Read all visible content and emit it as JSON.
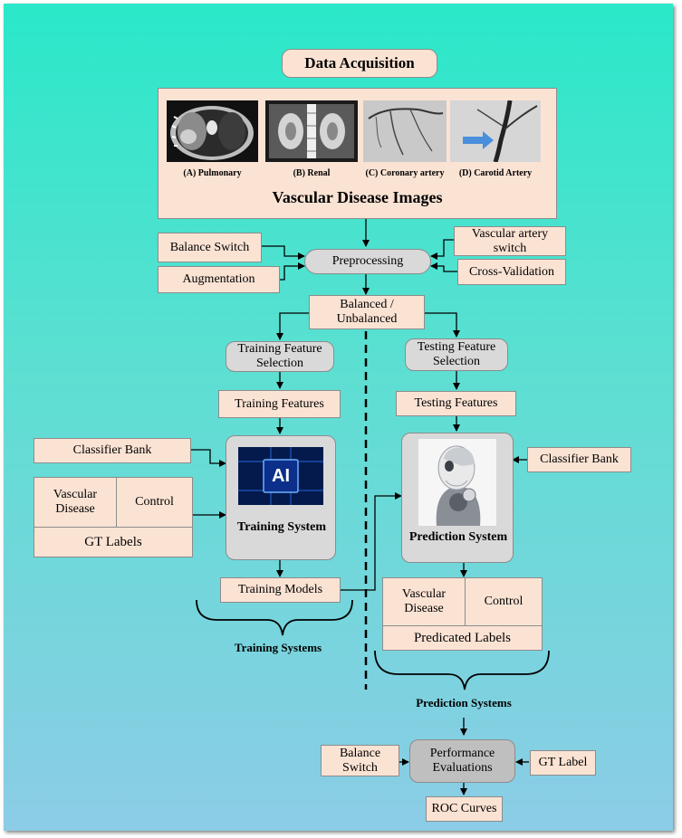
{
  "title": "Data Acquisition",
  "images": {
    "heading": "Vascular Disease Images",
    "captions": [
      "(A) Pulmonary",
      "(B) Renal",
      "(C) Coronary artery",
      "(D) Carotid Artery"
    ]
  },
  "preprocessing": {
    "label": "Preprocessing",
    "inputs_left": [
      "Balance Switch",
      "Augmentation"
    ],
    "inputs_right": [
      "Vascular artery switch",
      "Cross-Validation"
    ]
  },
  "split": "Balanced / Unbalanced",
  "training": {
    "feature_selection": "Training Feature Selection",
    "features": "Training Features",
    "classifier_bank": "Classifier Bank",
    "gt_table": {
      "col1": "Vascular Disease",
      "col2": "Control",
      "footer": "GT Labels"
    },
    "ai_logo": "AI",
    "system": "Training System",
    "models": "Training Models",
    "group_label": "Training Systems"
  },
  "testing": {
    "feature_selection": "Testing Feature Selection",
    "features": "Testing Features",
    "classifier_bank": "Classifier Bank",
    "system": "Prediction System",
    "pred_table": {
      "col1": "Vascular Disease",
      "col2": "Control",
      "footer": "Predicated Labels"
    },
    "group_label": "Prediction Systems"
  },
  "evaluation": {
    "balance_switch": "Balance Switch",
    "label": "Performance Evaluations",
    "gt_label": "GT Label",
    "roc": "ROC Curves"
  }
}
